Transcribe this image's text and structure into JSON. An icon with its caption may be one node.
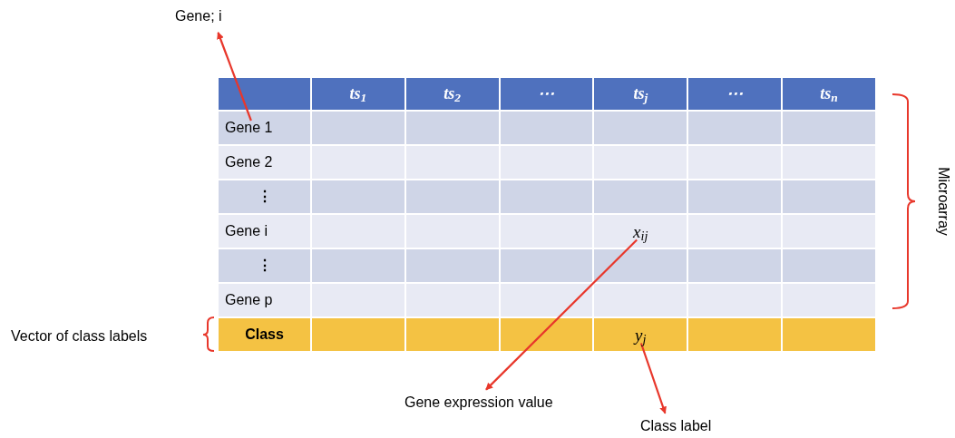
{
  "diagram": {
    "nodes": [
      {
        "text": [
          "Gene; i"
        ]
      },
      {
        "text": [
          "Gene 1"
        ]
      },
      {
        "text": [
          "x$_{ij}$"
        ]
      },
      {
        "text": [
          "Gene expression value"
        ]
      },
      {
        "text": [
          "y$_{j}$"
        ]
      },
      {
        "text": [
          "Class label"
        ]
      }
    ],
    "edges": [
      {
        "from": 1,
        "to": 0,
        "arrow": "to"
      },
      {
        "from": 2,
        "to": 3,
        "arrow": "to"
      },
      {
        "from": 4,
        "to": 5,
        "arrow": "to"
      }
    ],
    "labels": [
      "ts$_{1}$",
      "ts$_{2}$",
      "⋯",
      "ts$_{j}$",
      "⋯",
      "ts$_{n}$",
      "Gene 2",
      "⋮",
      "Gene i",
      "⋮",
      "Gene p",
      "Class",
      "Microarray",
      "Vector of class labels"
    ]
  }
}
